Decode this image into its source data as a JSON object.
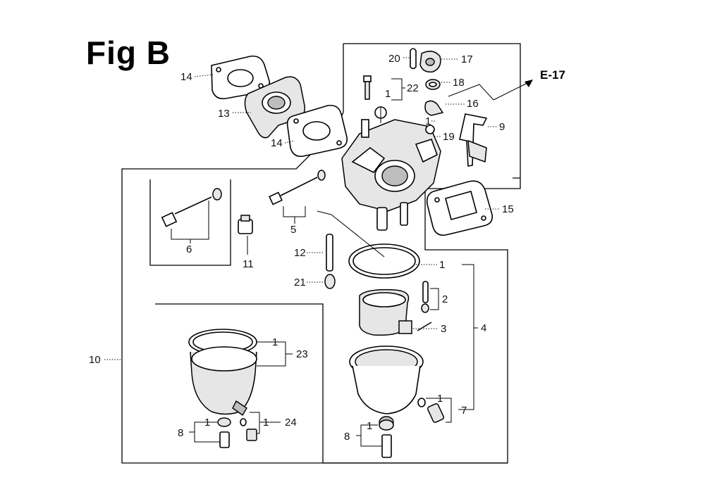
{
  "figure": {
    "title": "Fig B",
    "ref": "E-17"
  },
  "callouts": {
    "c1a": "1",
    "c1b": "1",
    "c1c": "1",
    "c1d": "1",
    "c1e": "1",
    "c1f": "1",
    "c1g": "1",
    "c1h": "1",
    "c2": "2",
    "c3": "3",
    "c4": "4",
    "c5": "5",
    "c6": "6",
    "c7": "7",
    "c8a": "8",
    "c8b": "8",
    "c9": "9",
    "c10": "10",
    "c11": "11",
    "c12": "12",
    "c13": "13",
    "c14a": "14",
    "c14b": "14",
    "c15": "15",
    "c16": "16",
    "c17": "17",
    "c18": "18",
    "c19": "19",
    "c20": "20",
    "c21": "21",
    "c22": "22",
    "c23": "23",
    "c24": "24"
  }
}
